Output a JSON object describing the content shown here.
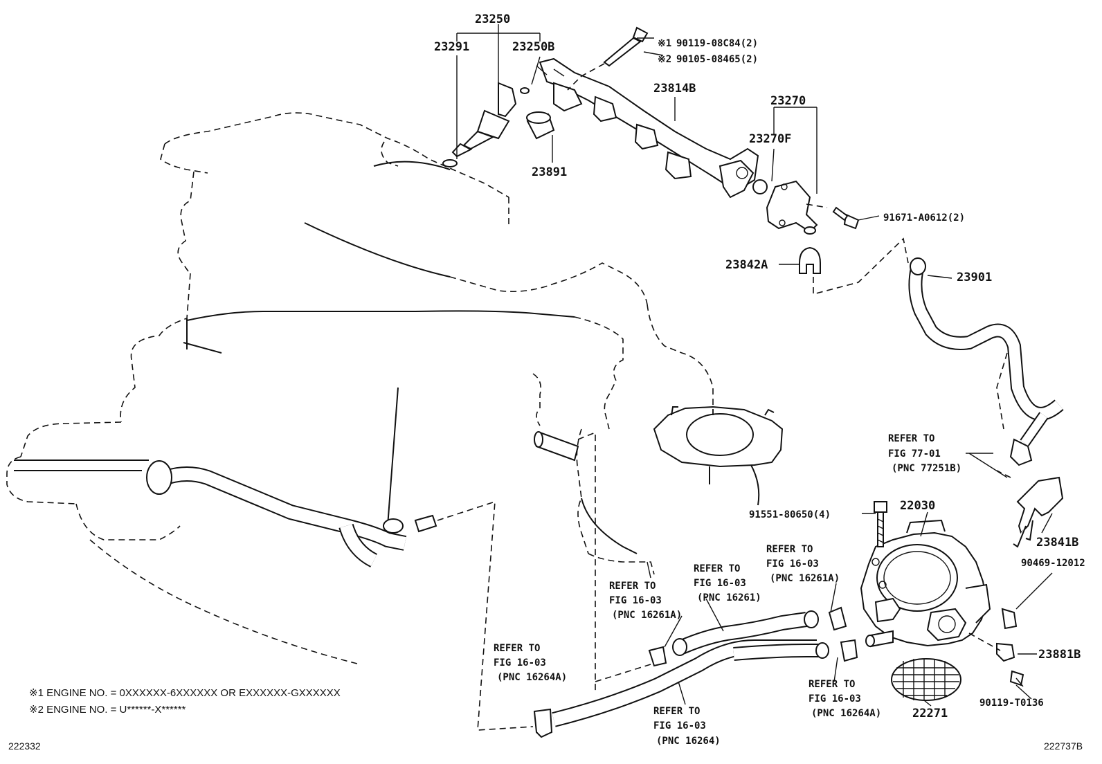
{
  "labels": {
    "p23250": "23250",
    "p23291": "23291",
    "p23250b": "23250B",
    "p23891": "23891",
    "p23814b": "23814B",
    "p23270": "23270",
    "p23270f": "23270F",
    "p23842a": "23842A",
    "p23901": "23901",
    "p91671": "91671-A0612(2)",
    "p22030": "22030",
    "p91551": "91551-80650(4)",
    "p23841b": "23841B",
    "p90469": "90469-12012",
    "p23881b": "23881B",
    "p90119t": "90119-T0136",
    "p22271": "22271"
  },
  "bolt_note": {
    "line1_mark": "※1",
    "line1_part": "90119-08C84(2)",
    "line2_mark": "※2",
    "line2_part": "90105-08465(2)"
  },
  "refers": [
    {
      "l1": "REFER TO",
      "l2": "FIG 77-01",
      "l3": "(PNC 77251B)"
    },
    {
      "l1": "REFER TO",
      "l2": "FIG 16-03",
      "l3": "(PNC 16261A)"
    },
    {
      "l1": "REFER TO",
      "l2": "FIG 16-03",
      "l3": "(PNC 16261)"
    },
    {
      "l1": "REFER TO",
      "l2": "FIG 16-03",
      "l3": "(PNC 16261A)"
    },
    {
      "l1": "REFER TO",
      "l2": "FIG 16-03",
      "l3": "(PNC 16264A)"
    },
    {
      "l1": "REFER TO",
      "l2": "FIG 16-03",
      "l3": "(PNC 16264A)"
    },
    {
      "l1": "REFER TO",
      "l2": "FIG 16-03",
      "l3": "(PNC 16264)"
    }
  ],
  "footnotes": {
    "n1": "※1 ENGINE NO. = 0XXXXXX-6XXXXXX OR EXXXXXX-GXXXXXX",
    "n2": "※2 ENGINE NO. = U******-X******"
  },
  "corner": {
    "left": "222332",
    "right": "222737B"
  }
}
